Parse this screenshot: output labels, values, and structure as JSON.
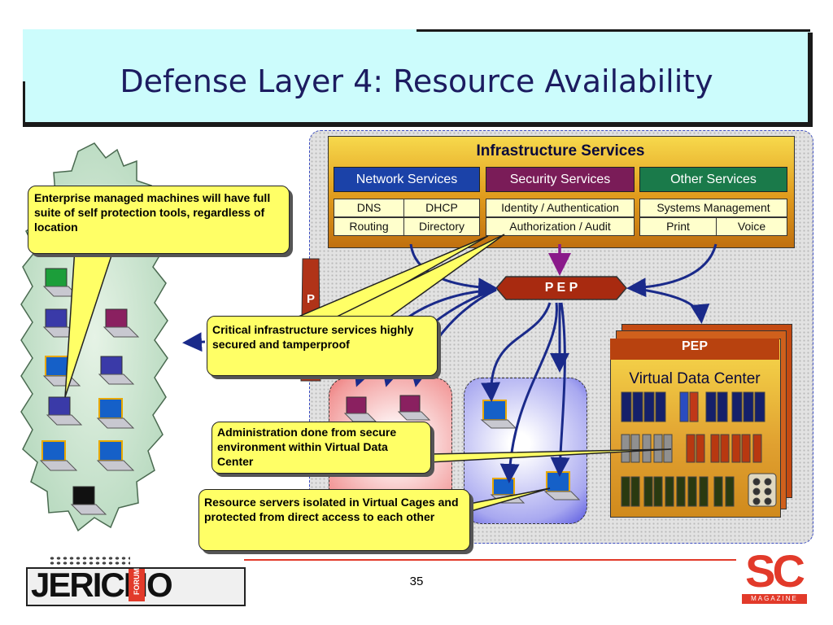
{
  "title": "Defense Layer 4: Resource Availability",
  "infrastructure": {
    "title": "Infrastructure Services",
    "groups": [
      {
        "name": "Network Services",
        "color": "#1b42a8",
        "cells": [
          "DNS",
          "DHCP",
          "Routing",
          "Directory"
        ]
      },
      {
        "name": "Security Services",
        "color": "#7a1c58",
        "cells": [
          "Identity / Authentication",
          "Authorization / Audit"
        ]
      },
      {
        "name": "Other Services",
        "color": "#1a7a4a",
        "cells": [
          "Systems Management",
          "Print",
          "Voice"
        ]
      }
    ]
  },
  "pep_central": "P E P",
  "pep_side": "P",
  "vdc": {
    "pep": "PEP",
    "title": "Virtual Data Center"
  },
  "callouts": {
    "enterprise": "Enterprise managed machines will have full suite of self protection tools, regardless of location",
    "critical": "Critical infrastructure services highly secured and tamperproof",
    "admin": "Administration done from secure environment within Virtual Data Center",
    "resource": "Resource servers isolated in Virtual Cages and protected from direct access to each other"
  },
  "footer": {
    "page_number": "35",
    "left_logo": "JERICHO",
    "left_logo_small": "FORUM",
    "right_logo": "SC",
    "right_logo_small": "MAGAZINE"
  },
  "colors": {
    "accent_red": "#e23a2a",
    "callout_yellow": "#ffff66",
    "title_bg": "#ccfcfc"
  }
}
